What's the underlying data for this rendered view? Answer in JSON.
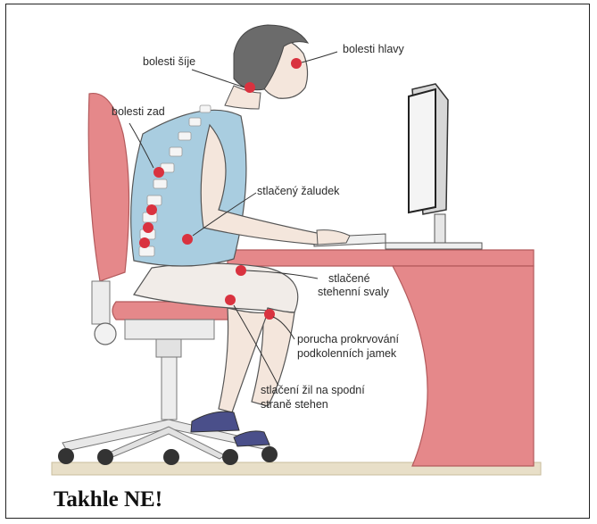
{
  "labels": {
    "head": "bolesti hlavy",
    "neck": "bolesti šíje",
    "back": "bolesti zad",
    "stomach": "stlačený žaludek",
    "thigh_1": "stlačené",
    "thigh_2": "stehenní svaly",
    "knee_1": "porucha prokrvování",
    "knee_2": "podkolenních jamek",
    "veins_1": "stlačení žil na spodní",
    "veins_2": "straně stehen"
  },
  "caption": "Takhle NE!",
  "colors": {
    "pain_dot": "#d9323f",
    "furniture": "#e5888a",
    "shirt": "#a9cde0",
    "skin": "#f4e6dc",
    "hair": "#6b6b6b",
    "floor": "#e8dfc8"
  }
}
